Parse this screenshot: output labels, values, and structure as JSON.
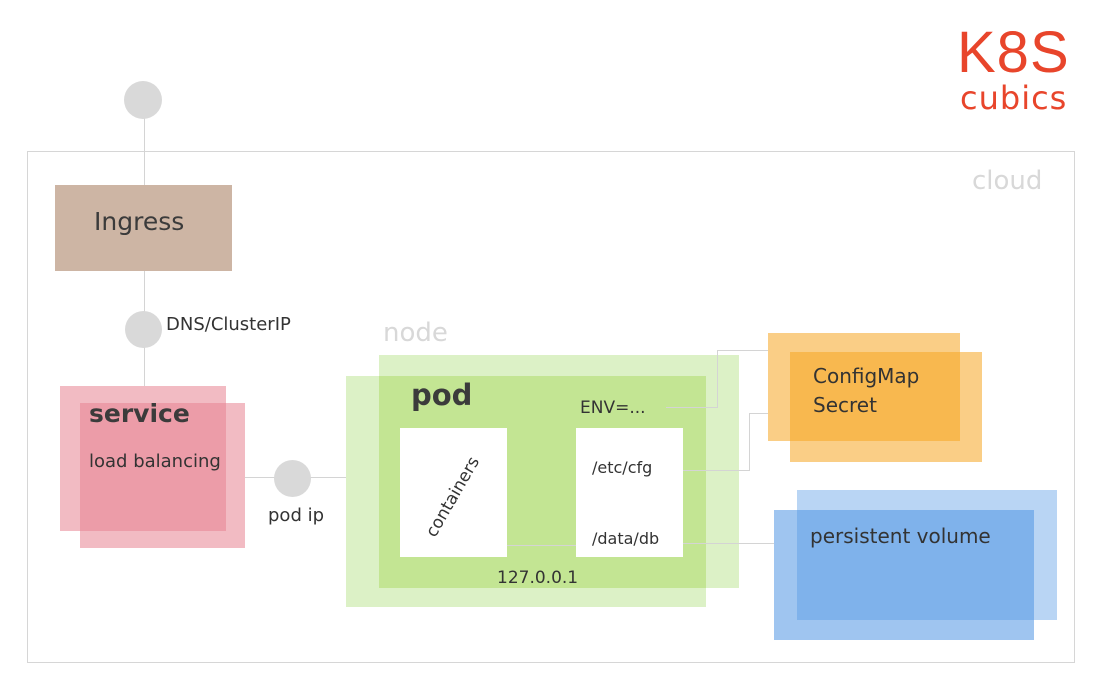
{
  "logo": {
    "title": "K8S",
    "subtitle": "cubics"
  },
  "colors": {
    "brand": "#e8452b",
    "ingress": "#cdb5a4",
    "service": "#e88492",
    "node": "#c4e8a0",
    "pod": "#c3e593",
    "config": "#f5a623",
    "volume": "#5096e4"
  },
  "cloud": {
    "label": "cloud"
  },
  "ingress": {
    "label": "Ingress"
  },
  "dns": {
    "label": "DNS/ClusterIP"
  },
  "service": {
    "title": "service",
    "subtitle": "load balancing"
  },
  "pod_ip": {
    "label": "pod ip"
  },
  "node": {
    "label": "node"
  },
  "pod": {
    "label": "pod",
    "containers_label": "containers",
    "env_label": "ENV=...",
    "cfg_path": "/etc/cfg",
    "db_path": "/data/db",
    "localhost": "127.0.0.1"
  },
  "config": {
    "line1": "ConfigMap",
    "line2": "Secret"
  },
  "volume": {
    "label": "persistent volume"
  }
}
